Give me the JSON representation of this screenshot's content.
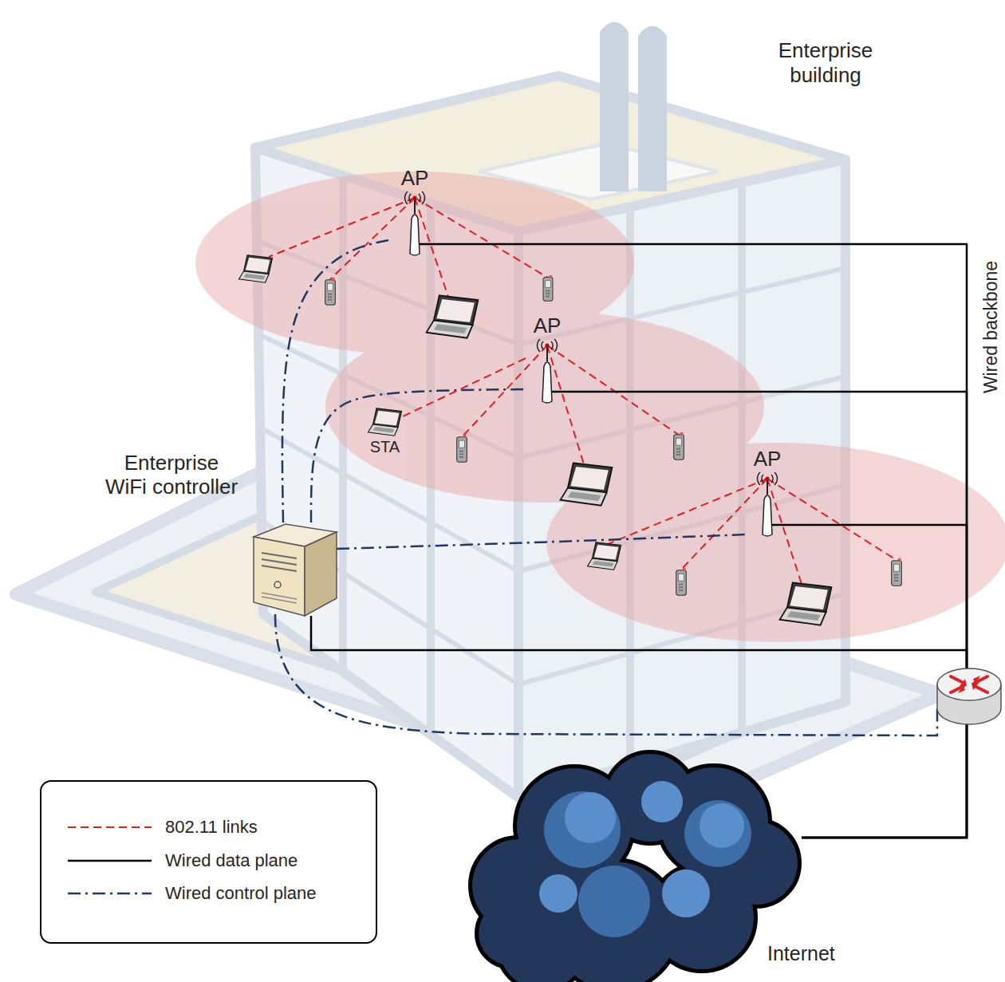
{
  "diagram": {
    "nodes": [
      {
        "text": [
          "AP"
        ]
      },
      {
        "text": [
          "AP"
        ]
      },
      {
        "text": [
          "STA"
        ]
      },
      {
        "text": [
          "Enterprise WiFi controller"
        ]
      },
      {
        "text": [
          "AP"
        ]
      },
      {
        "text": [
          "Internet"
        ]
      }
    ],
    "edges": [
      {
        "from": 3,
        "to": 0,
        "arrow": "none"
      },
      {
        "from": 3,
        "to": 1,
        "arrow": "none"
      },
      {
        "from": 3,
        "to": 4,
        "arrow": "none"
      },
      {
        "from": 1,
        "to": 2,
        "arrow": "none"
      },
      {
        "from": 0,
        "to": 5,
        "arrow": "none"
      },
      {
        "from": 1,
        "to": 5,
        "arrow": "none"
      },
      {
        "from": 4,
        "to": 5,
        "arrow": "none"
      },
      {
        "from": 3,
        "to": 5,
        "arrow": "none"
      }
    ],
    "labels": [
      "Enterprise building",
      "Wired backbone"
    ],
    "legend": [
      {
        "text": "802.11 links"
      },
      {
        "text": "Wired data plane"
      },
      {
        "text": "Wired control plane"
      }
    ]
  }
}
